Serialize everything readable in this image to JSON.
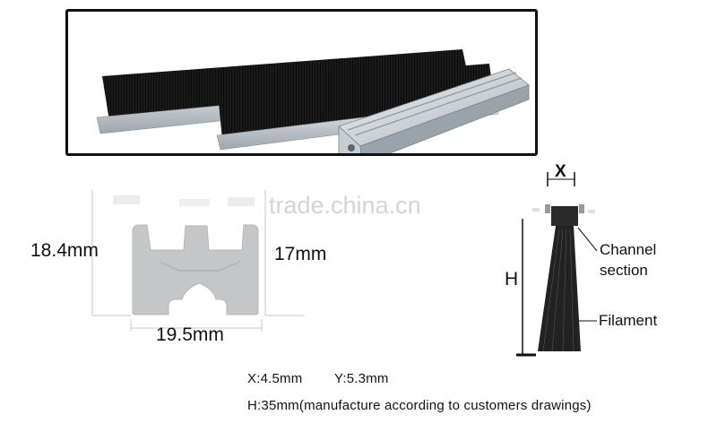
{
  "watermark": "trade.china.cn",
  "dimensions": {
    "left_height": "18.4mm",
    "right_height": "17mm",
    "width": "19.5mm"
  },
  "brush_diagram": {
    "x_label": "X",
    "h_label": "H",
    "channel_label_line1": "Channel",
    "channel_label_line2": "section",
    "filament_label": "Filament"
  },
  "specs": {
    "line1_x": "X:4.5mm",
    "line1_y": "Y:5.3mm",
    "line2": "H:35mm(manufacture according to customers drawings)"
  }
}
